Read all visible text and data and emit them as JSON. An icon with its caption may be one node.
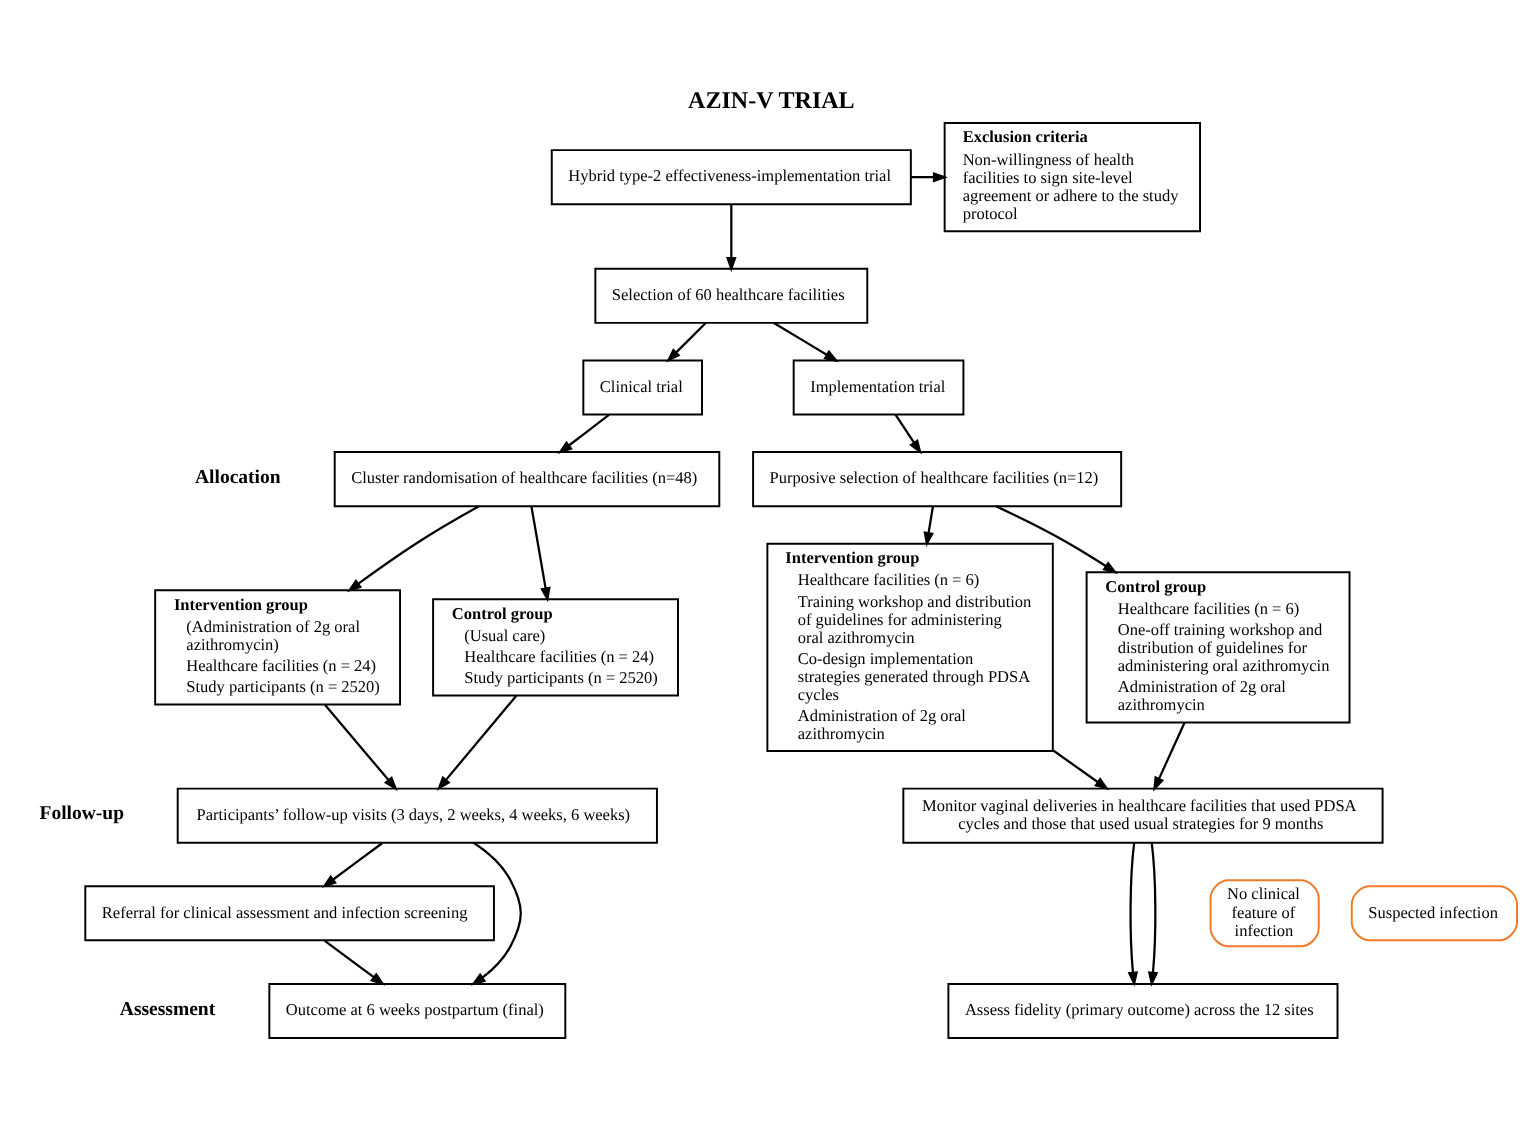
{
  "diagram": {
    "title": "AZIN-V TRIAL",
    "nodes": [
      {
        "text": [
          "Hybrid type-2 effectiveness-implementation trial"
        ]
      },
      {
        "text": [
          "Exclusion criteria",
          "Non-willingness of health facilities to sign site-level agreement or adhere to the study protocol"
        ]
      },
      {
        "text": [
          "Selection of 60 healthcare facilities"
        ]
      },
      {
        "text": [
          "Clinical trial"
        ]
      },
      {
        "text": [
          "Implementation trial"
        ]
      },
      {
        "text": [
          "Cluster randomisation of healthcare facilities (n=48)"
        ]
      },
      {
        "text": [
          "Purposive selection of healthcare facilities (n=12)"
        ]
      },
      {
        "text": [
          "Intervention group",
          "(Administration of 2g oral azithromycin)",
          "Healthcare facilities (n = 24)",
          "Study participants (n = 2520)"
        ]
      },
      {
        "text": [
          "Control group",
          "(Usual care)",
          "Healthcare facilities (n = 24)",
          "Study participants (n = 2520)"
        ]
      },
      {
        "text": [
          "Intervention group",
          "Healthcare facilities (n = 6)",
          "Training workshop and distribution of guidelines for administering oral azithromycin",
          "Co-design implementation strategies generated through PDSA cycles",
          "Administration of 2g oral azithromycin"
        ]
      },
      {
        "text": [
          "Control group",
          "Healthcare facilities (n = 6)",
          "One-off training workshop and distribution of guidelines for administering oral azithromycin",
          "Administration of 2g oral azithromycin"
        ]
      },
      {
        "text": [
          "Participants’ follow-up visits (3 days, 2 weeks, 4 weeks, 6 weeks)"
        ]
      },
      {
        "text": [
          "Monitor vaginal deliveries in healthcare facilities that used PDSA cycles and those that used usual strategies for 9 months"
        ]
      },
      {
        "text": [
          "No clinical feature of infection"
        ]
      },
      {
        "text": [
          "Suspected infection"
        ]
      },
      {
        "text": [
          "Referral for clinical assessment and infection screening"
        ]
      },
      {
        "text": [
          "Outcome at 6 weeks postpartum (final)"
        ]
      },
      {
        "text": [
          "Assess fidelity (primary outcome) across the 12 sites"
        ]
      }
    ],
    "edges": [
      {
        "from": 0,
        "to": 1,
        "arrow": "to"
      },
      {
        "from": 0,
        "to": 2,
        "arrow": "to"
      },
      {
        "from": 2,
        "to": 3,
        "arrow": "to"
      },
      {
        "from": 2,
        "to": 4,
        "arrow": "to"
      },
      {
        "from": 3,
        "to": 5,
        "arrow": "to"
      },
      {
        "from": 4,
        "to": 6,
        "arrow": "to"
      },
      {
        "from": 5,
        "to": 7,
        "arrow": "to"
      },
      {
        "from": 5,
        "to": 8,
        "arrow": "to"
      },
      {
        "from": 6,
        "to": 9,
        "arrow": "to"
      },
      {
        "from": 6,
        "to": 10,
        "arrow": "to"
      },
      {
        "from": 7,
        "to": 11,
        "arrow": "to"
      },
      {
        "from": 8,
        "to": 11,
        "arrow": "to"
      },
      {
        "from": 9,
        "to": 12,
        "arrow": "to"
      },
      {
        "from": 10,
        "to": 12,
        "arrow": "to"
      },
      {
        "from": 11,
        "to": 16,
        "arrow": "to"
      },
      {
        "from": 11,
        "to": 15,
        "arrow": "to"
      },
      {
        "from": 15,
        "to": 16,
        "arrow": "to"
      },
      {
        "from": 12,
        "to": 17,
        "arrow": "to"
      },
      {
        "from": 12,
        "to": 17,
        "arrow": "to"
      }
    ],
    "labels": [
      "Allocation",
      "Follow-up",
      "Assessment"
    ]
  }
}
